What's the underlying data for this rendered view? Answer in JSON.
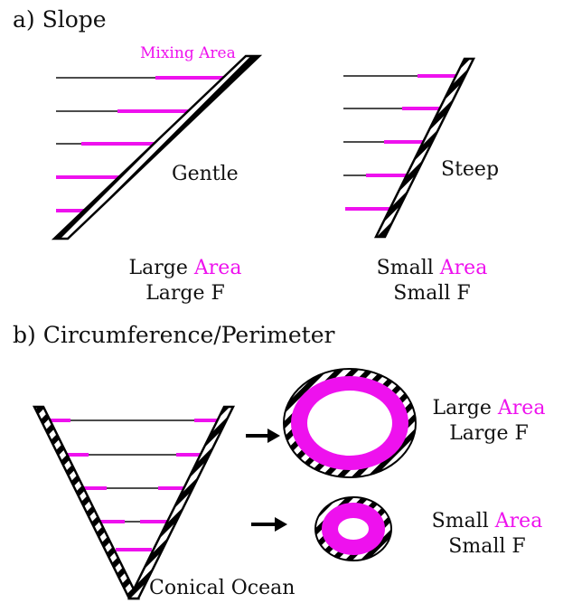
{
  "panel_a": {
    "heading": "a) Slope",
    "mixing_label": "Mixing Area",
    "gentle": {
      "label": "Gentle",
      "caption_line1_pre": "Large ",
      "caption_line1_area": "Area",
      "caption_line2": "Large F"
    },
    "steep": {
      "label": "Steep",
      "caption_line1_pre": "Small ",
      "caption_line1_area": "Area",
      "caption_line2": "Small F"
    }
  },
  "panel_b": {
    "heading": "b) Circumference/Perimeter",
    "cone_label": "Conical Ocean",
    "large": {
      "caption_line1_pre": "Large ",
      "caption_line1_area": "Area",
      "caption_line2": "Large F"
    },
    "small": {
      "caption_line1_pre": "Small ",
      "caption_line1_area": "Area",
      "caption_line2": "Small F"
    }
  },
  "colors": {
    "mixing": "#ee11ee",
    "ink": "#111111"
  }
}
